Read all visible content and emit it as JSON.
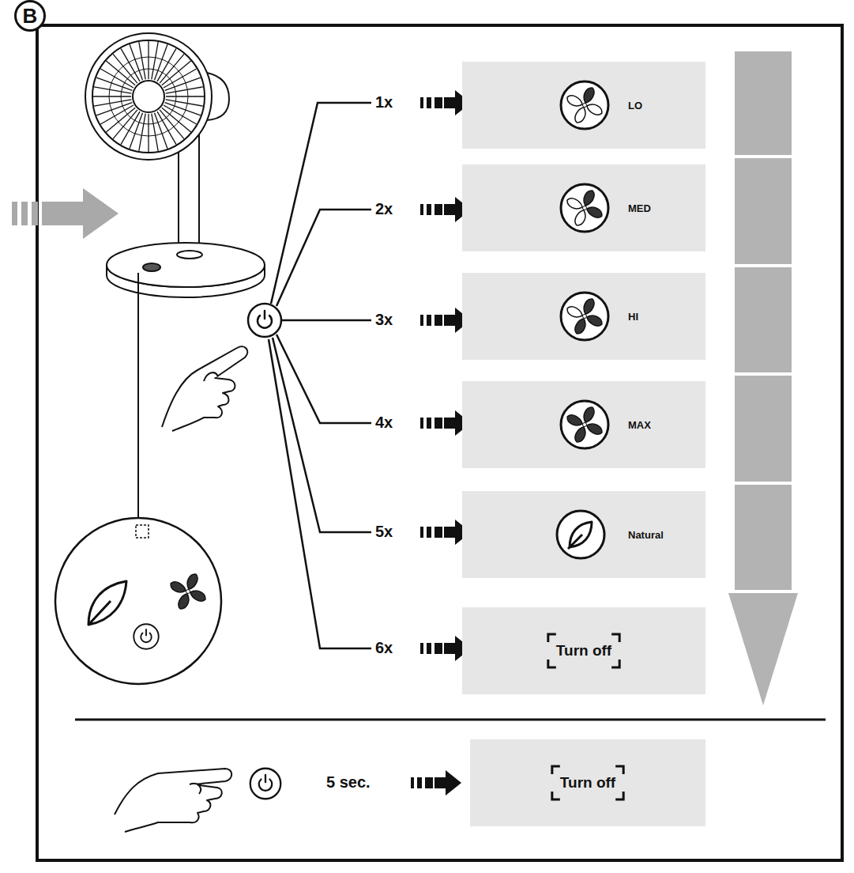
{
  "diagram": {
    "nodes": [
      {
        "text": [
          "B"
        ]
      },
      {
        "text": [
          "LO"
        ]
      },
      {
        "text": [
          "MED"
        ]
      },
      {
        "text": [
          "HI"
        ]
      },
      {
        "text": [
          "MAX"
        ]
      },
      {
        "text": [
          "Natural"
        ]
      },
      {
        "text": [
          "Turn off"
        ]
      },
      {
        "text": [
          "Turn off"
        ]
      }
    ],
    "labels": [
      "1x",
      "2x",
      "3x",
      "4x",
      "5x",
      "6x",
      "5 sec."
    ]
  }
}
